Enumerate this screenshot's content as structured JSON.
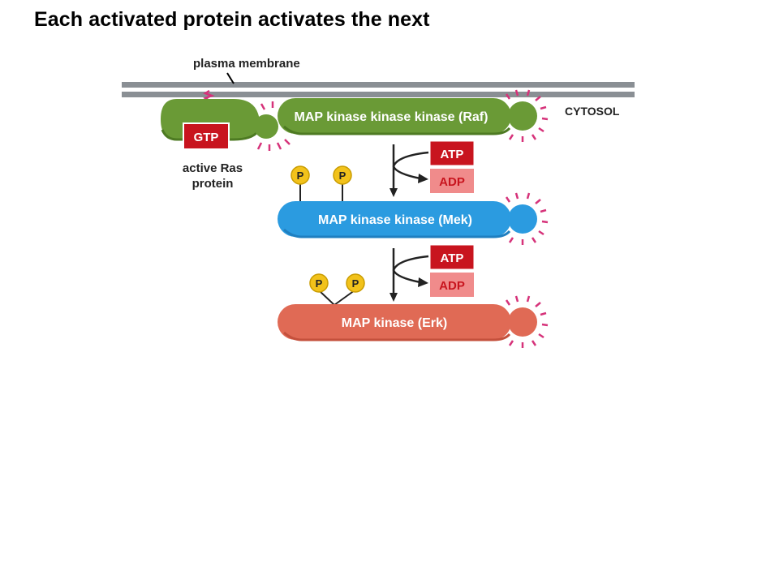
{
  "slide": {
    "title": "Each activated protein activates the next"
  },
  "labels": {
    "plasma_membrane": "plasma membrane",
    "cytosol": "CYTOSOL",
    "active_ras_line1": "active Ras",
    "active_ras_line2": "protein"
  },
  "ras": {
    "gtp_label": "GTP"
  },
  "proteins": {
    "raf": "MAP kinase kinase kinase (Raf)",
    "mek": "MAP kinase kinase (Mek)",
    "erk": "MAP kinase (Erk)"
  },
  "reactions": {
    "atp": "ATP",
    "adp": "ADP"
  },
  "phosphate": {
    "label": "P"
  },
  "colors": {
    "ras_green": "#6a9a36",
    "ras_green_dark": "#4d7a22",
    "mek_blue": "#2b9be0",
    "mek_blue_dark": "#1f7fc0",
    "erk_red": "#e06a55",
    "erk_red_dark": "#c4503c",
    "atp_red": "#c8141e",
    "adp_pink": "#f08b8b",
    "phosphate_yellow": "#f2c21b",
    "activation_magenta": "#d6337a",
    "membrane_gray": "#8a8f94"
  }
}
